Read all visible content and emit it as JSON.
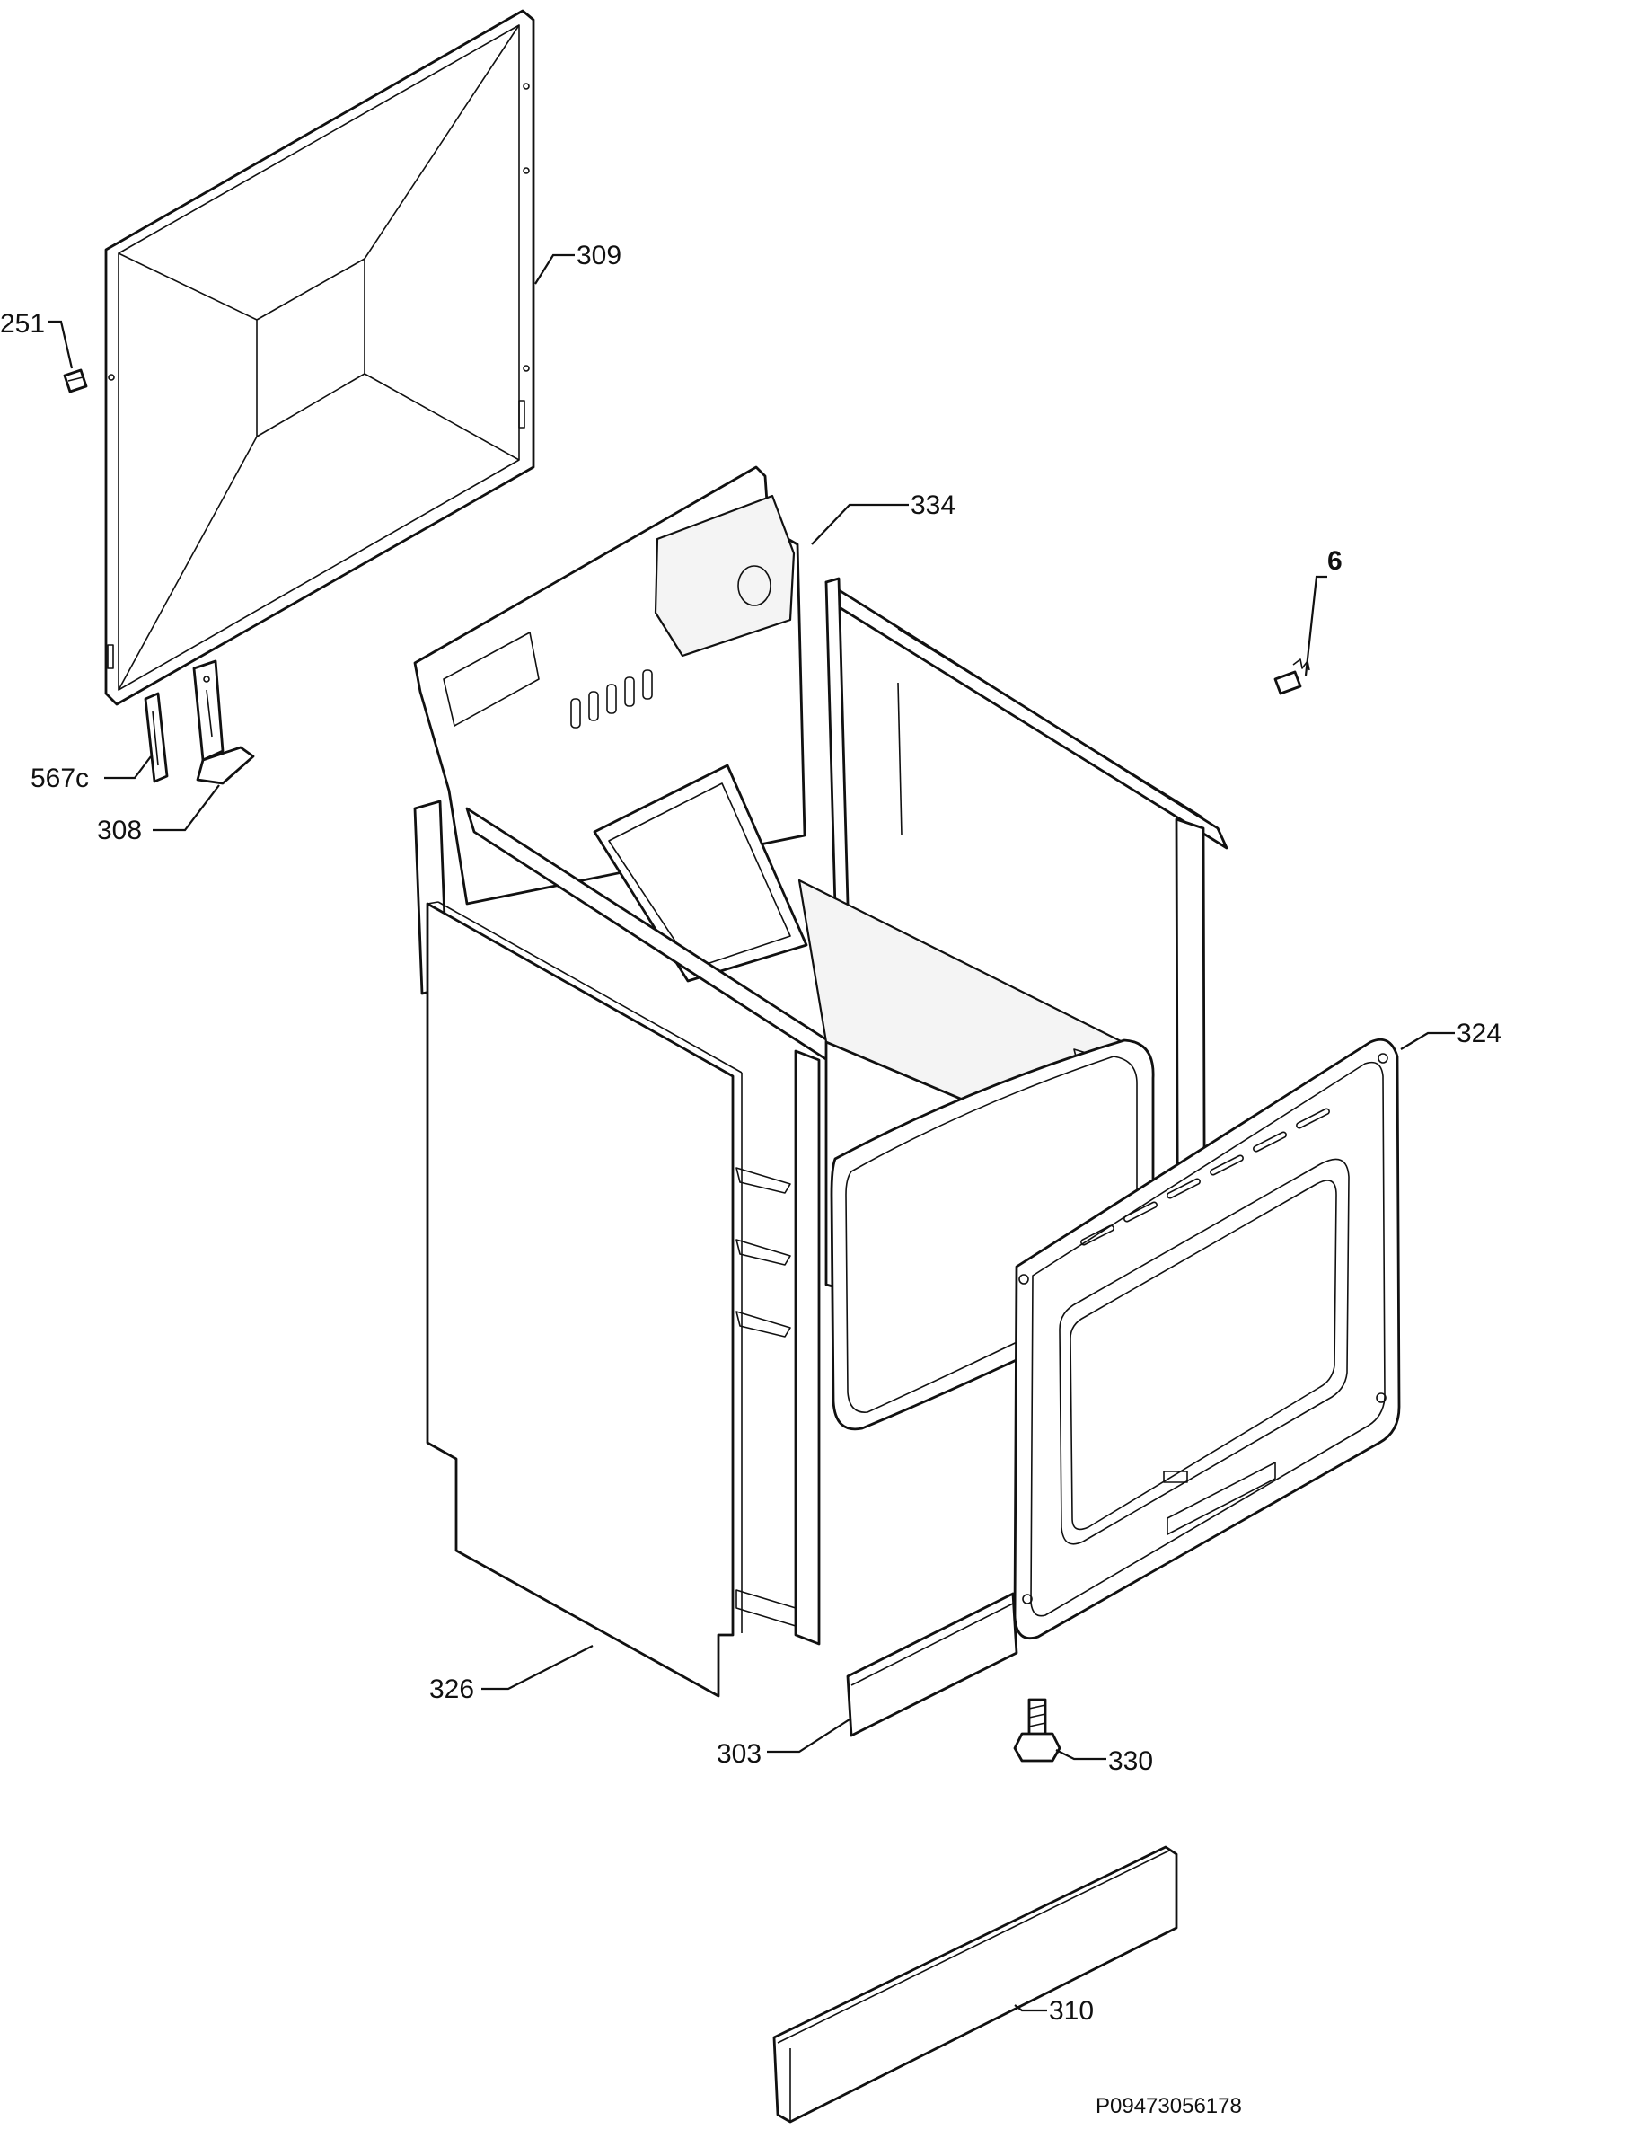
{
  "callouts": {
    "c251": "251",
    "c309": "309",
    "c334": "334",
    "c6": "6",
    "c567c": "567c",
    "c308": "308",
    "c324": "324",
    "c326": "326",
    "c303": "303",
    "c330": "330",
    "c310": "310"
  },
  "reference_code": "P09473056178"
}
